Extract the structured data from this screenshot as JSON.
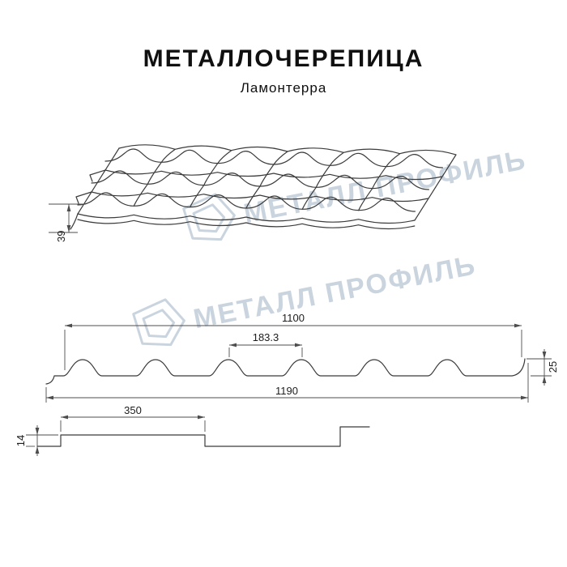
{
  "header": {
    "title": "МЕТАЛЛОЧЕРЕПИЦА",
    "subtitle": "Ламонтерра"
  },
  "watermark": {
    "text": "МЕТАЛЛ ПРОФИЛЬ",
    "color": "#b4c3d1"
  },
  "drawings": {
    "perspective": {
      "eave_height": "39"
    },
    "cross_section": {
      "cover_width": "1100",
      "wave_pitch": "183.3",
      "profile_height": "25",
      "overall_width": "1190"
    },
    "longitudinal_section": {
      "module_length": "350",
      "step_height": "14"
    }
  },
  "colors": {
    "line": "#3b3b3b",
    "background": "#ffffff"
  }
}
